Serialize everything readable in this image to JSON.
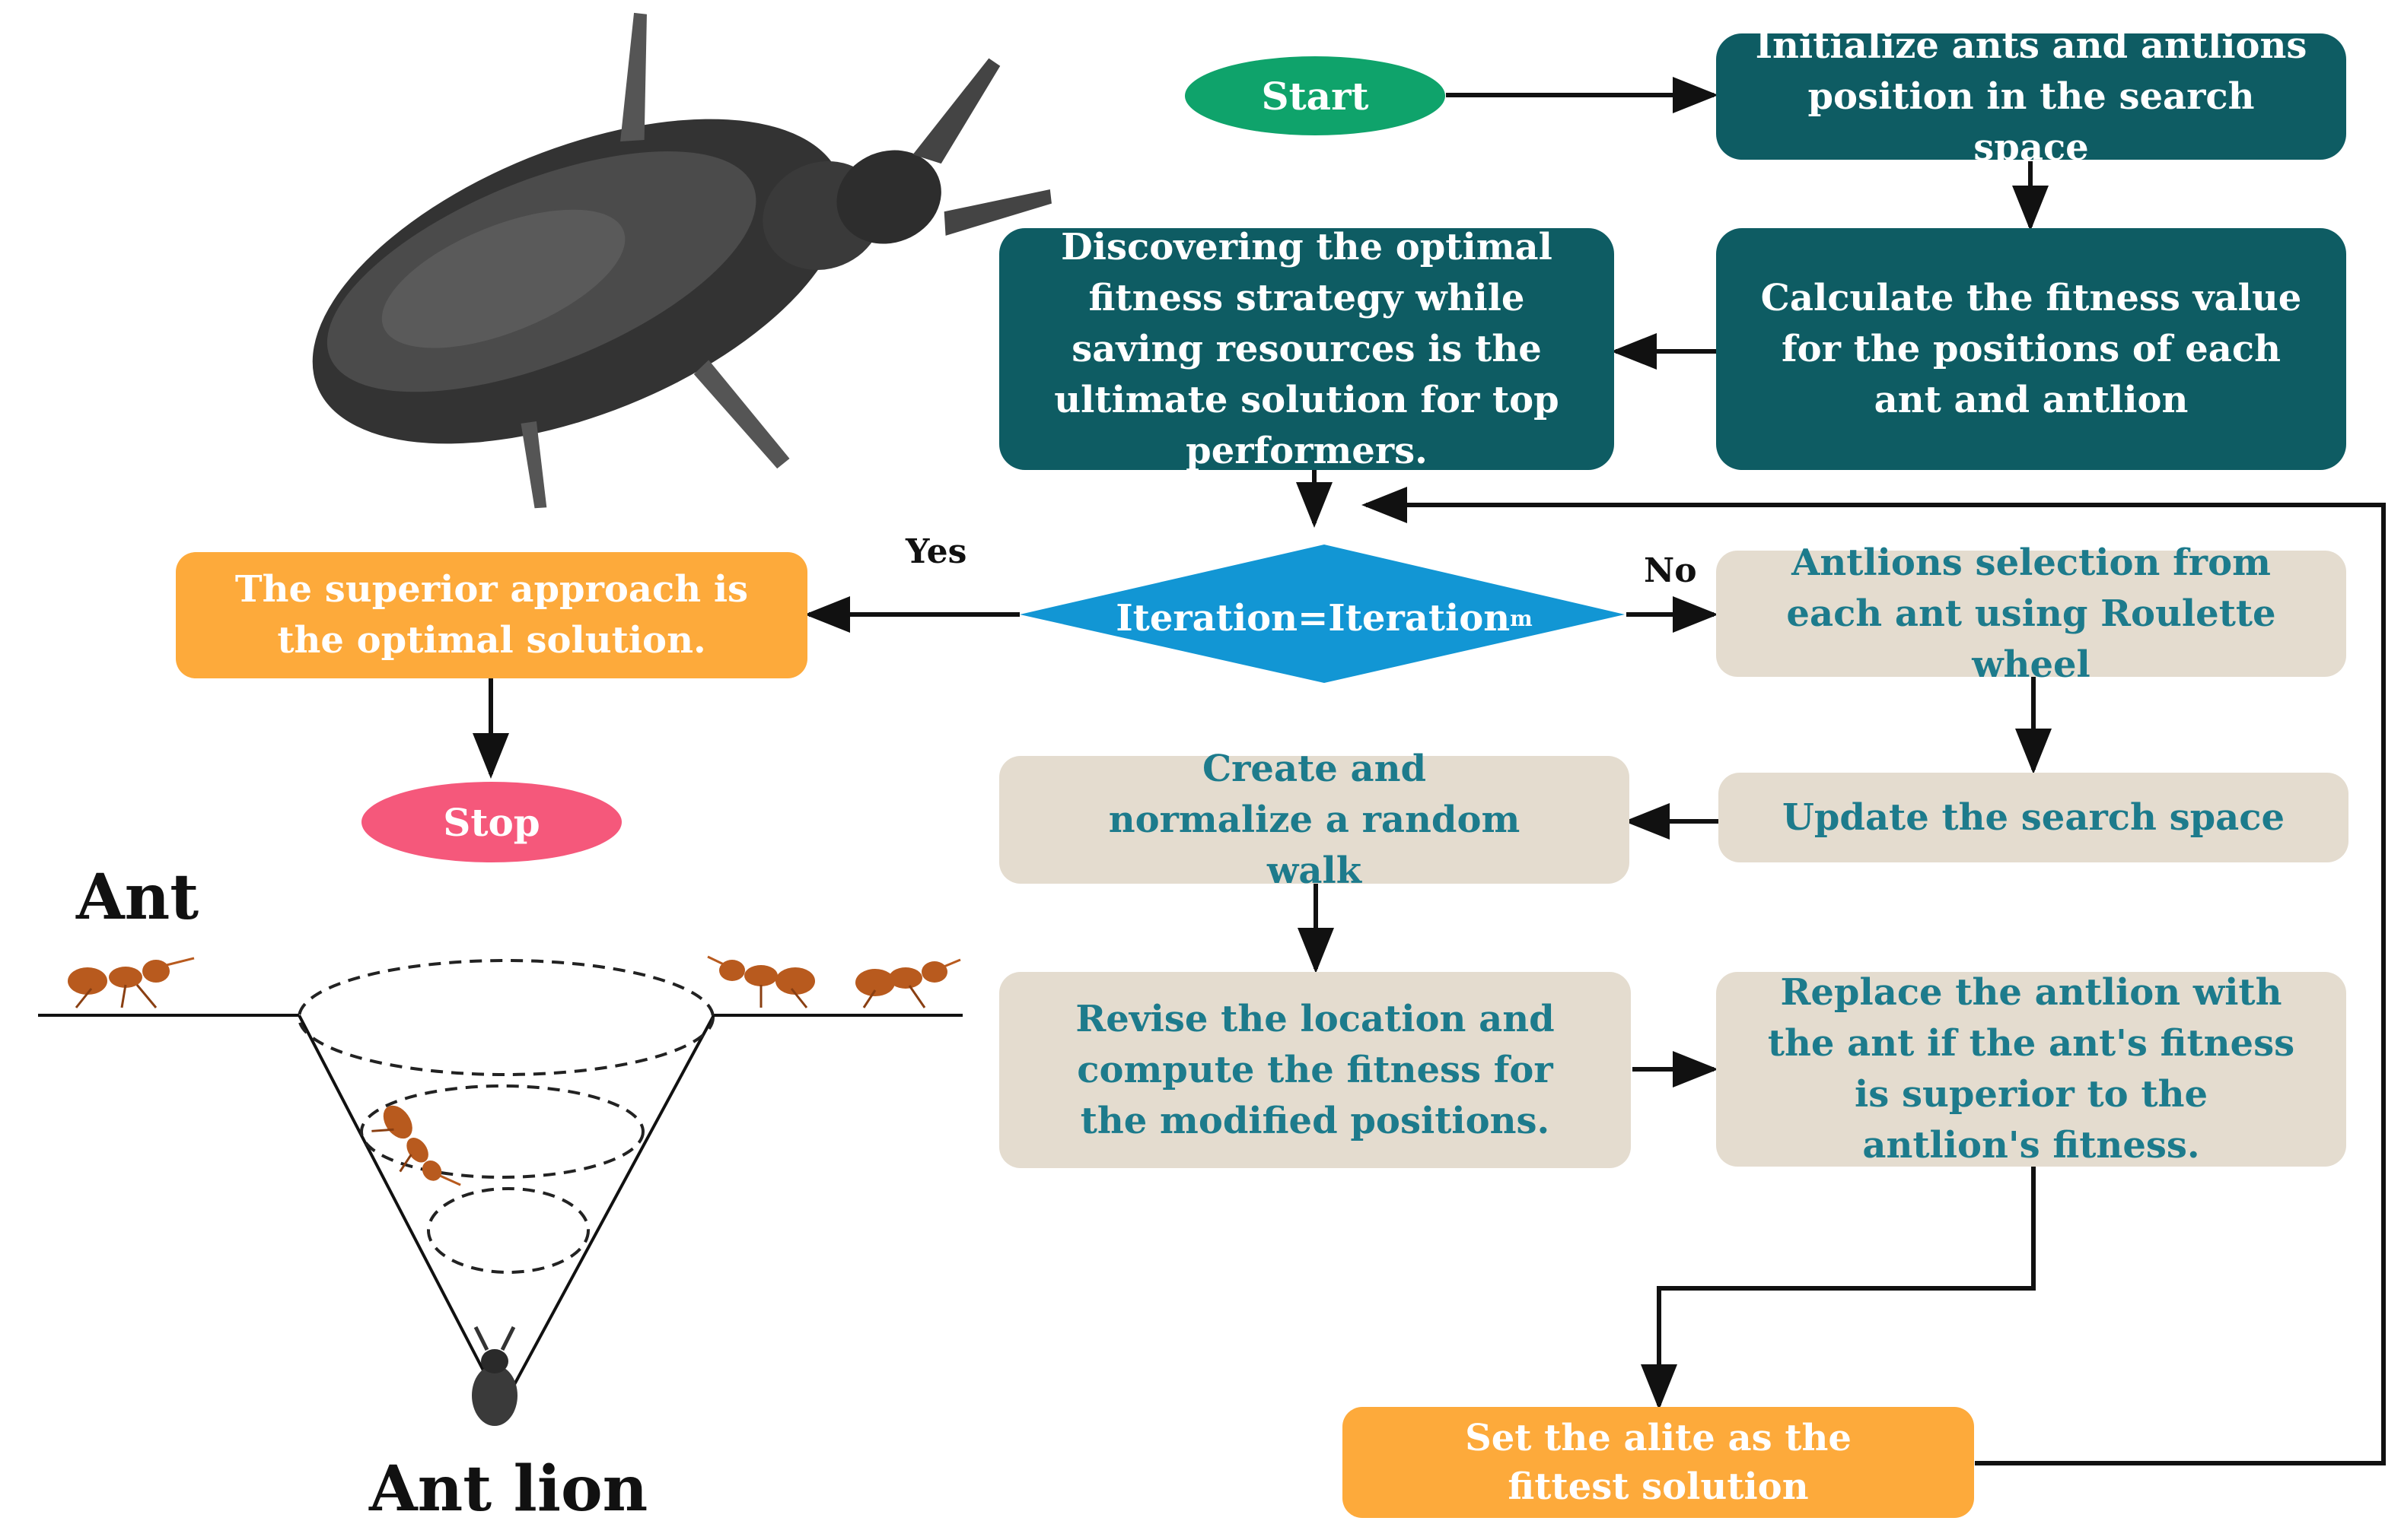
{
  "nodes": {
    "start": "Start",
    "init": "Initialize ants and antlions position in the search space",
    "calc": "Calculate the fitness value for the positions of each ant and antlion",
    "discover": "Discovering the optimal fitness strategy while saving resources is the ultimate solution for top performers.",
    "decision_main": "Iteration=Iteration",
    "decision_sub": "m",
    "superior": "The superior approach is the optimal solution.",
    "stop": "Stop",
    "roulette": "Antlions selection from each ant using Roulette wheel",
    "update": "Update the search space",
    "walk": "Create and normalize a random walk",
    "revise": "Revise the location and compute the fitness for the modified positions.",
    "replace": "Replace the antlion with the ant if the ant's fitness is superior to the antlion's fitness.",
    "elite": "Set the alite as the fittest solution"
  },
  "edge_labels": {
    "yes": "Yes",
    "no": "No"
  },
  "illustration": {
    "ant_label": "Ant",
    "antlion_label": "Ant lion"
  },
  "colors": {
    "dark_teal": "#0e5c63",
    "beige": "#e4dccf",
    "beige_text": "#1d7b8c",
    "orange": "#fdaa3b",
    "start_green": "#0fa36b",
    "stop_pink": "#f5587b",
    "decision_blue": "#1296d4"
  }
}
